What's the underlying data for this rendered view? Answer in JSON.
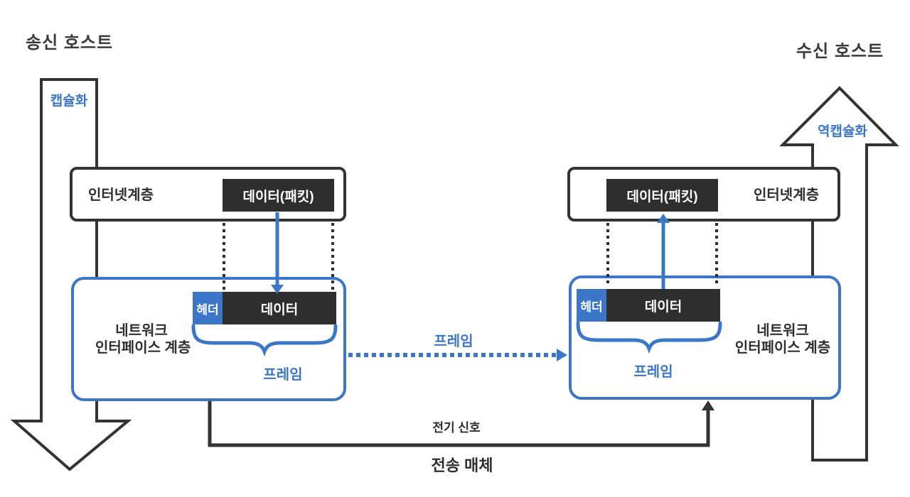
{
  "titles": {
    "sender_host": "송신 호스트",
    "receiver_host": "수신 호스트"
  },
  "sender": {
    "encapsulation_label": "캡슐화",
    "internet_layer": {
      "label": "인터넷계층",
      "packet_label": "데이터(패킷)"
    },
    "network_layer": {
      "label_line1": "네트워크",
      "label_line2": "인터페이스 계층",
      "header_label": "헤더",
      "data_label": "데이터",
      "frame_label": "프레임"
    }
  },
  "receiver": {
    "decapsulation_label": "역캡슐화",
    "internet_layer": {
      "label": "인터넷계층",
      "packet_label": "데이터(패킷)"
    },
    "network_layer": {
      "label_line1": "네트워크",
      "label_line2": "인터페이스 계층",
      "header_label": "헤더",
      "data_label": "데이터",
      "frame_label": "프레임"
    }
  },
  "middle": {
    "frame_label": "프레임"
  },
  "bottom": {
    "signal_label": "전기 신호",
    "medium_label": "전송 매체"
  },
  "colors": {
    "blue": "#3b76c8",
    "dark_stroke": "#333333",
    "dark_fill": "#2e2e2e",
    "text_dark": "#3a3a3a"
  }
}
